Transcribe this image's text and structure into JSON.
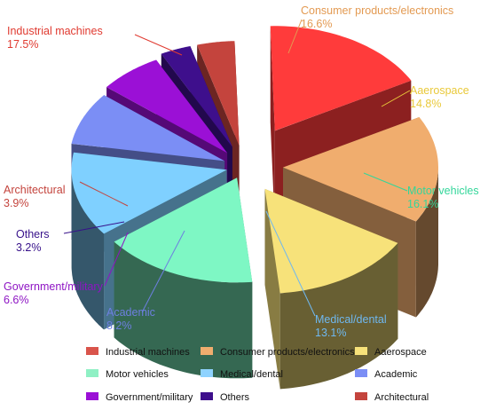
{
  "chart_data": {
    "type": "pie",
    "title": "",
    "style": "3d-exploded",
    "categories": [
      "Industrial machines",
      "Consumer products/electronics",
      "Aaerospace",
      "Motor vehicles",
      "Medical/dental",
      "Academic",
      "Government/military",
      "Others",
      "Architectural"
    ],
    "values": [
      17.5,
      16.6,
      14.8,
      16.1,
      13.1,
      8.2,
      6.6,
      3.2,
      3.9
    ],
    "value_labels": [
      "17.5%",
      "16.6%",
      "14.8%",
      "16.1%",
      "13.1%",
      "8.2%",
      "6.6%",
      "3.2%",
      "3.9%"
    ],
    "colors": [
      "#ff3b3b",
      "#f0ad6e",
      "#f7e27a",
      "#7ef7c4",
      "#7fd0ff",
      "#7b8ef5",
      "#9b10d6",
      "#3e0f8c",
      "#c4443d"
    ],
    "legend_position": "bottom",
    "legend": [
      {
        "label": "Industrial machines",
        "color": "#d9544b"
      },
      {
        "label": "Consumer products/electronics",
        "color": "#f0ad6e"
      },
      {
        "label": "Aaerospace",
        "color": "#f7e27a"
      },
      {
        "label": "Motor vehicles",
        "color": "#8ff0c4"
      },
      {
        "label": "Medical/dental",
        "color": "#8fd3ff"
      },
      {
        "label": "Academic",
        "color": "#7b8ef5"
      },
      {
        "label": "Government/military",
        "color": "#9b10d6"
      },
      {
        "label": "Others",
        "color": "#3e0f8c"
      },
      {
        "label": "Architectural",
        "color": "#c4443d"
      }
    ]
  }
}
